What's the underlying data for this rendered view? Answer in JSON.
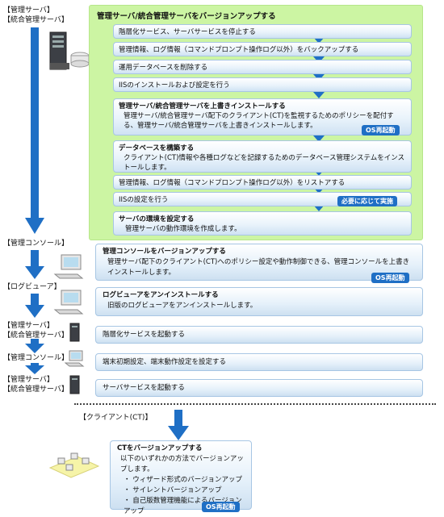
{
  "left_labels": {
    "server_1": "【管理サーバ】\n【統合管理サーバ】",
    "console_1": "【管理コンソール】",
    "log_viewer": "【ログビューア】",
    "server_2": "【管理サーバ】\n【統合管理サーバ】",
    "console_2": "【管理コンソール】",
    "server_3": "【管理サーバ】\n【統合管理サーバ】",
    "client": "【クライアント(CT)】"
  },
  "server_panel": {
    "title": "管理サーバ/統合管理サーバをバージョンアップする",
    "steps": [
      {
        "text": "階層化サービス、サーバサービスを停止する"
      },
      {
        "text": "管理情報、ログ情報（コマンドプロンプト操作ログ以外）をバックアップする"
      },
      {
        "text": "運用データベースを削除する"
      },
      {
        "text": "IISのインストールおよび設定を行う"
      },
      {
        "title": "管理サーバ/統合管理サーバを上書きインストールする",
        "desc": "管理サーバ/統合管理サーバ配下のクライアント(CT)を監視するためのポリシーを配付する、管理サーバ/統合管理サーバを上書きインストールします。",
        "badge": "OS再起動"
      },
      {
        "title": "データベースを構築する",
        "desc": "クライアント(CT)情報や各種ログなどを記録するためのデータベース管理システムをインストールします。"
      },
      {
        "text": "管理情報、ログ情報（コマンドプロンプト操作ログ以外）をリストアする"
      },
      {
        "text": "IISの設定を行う",
        "badge": "必要に応じて実施"
      },
      {
        "title": "サーバの環境を設定する",
        "desc": "管理サーバの動作環境を作成します。"
      }
    ]
  },
  "console_step": {
    "title": "管理コンソールをバージョンアップする",
    "desc": "管理サーバ配下のクライアント(CT)へのポリシー設定や動作制御できる、管理コンソールを上書きインストールします。",
    "badge": "OS再起動"
  },
  "log_step": {
    "title": "ログビューアをアンインストールする",
    "desc": "旧版のログビューアをアンインストールします。"
  },
  "tier_step": {
    "text": "階層化サービスを起動する"
  },
  "terminal_step": {
    "text": "端末初期設定、端末動作設定を設定する"
  },
  "server_service_step": {
    "text": "サーバサービスを起動する"
  },
  "client_step": {
    "title": "CTをバージョンアップする",
    "desc": "以下のいずれかの方法でバージョンアップします。",
    "items": [
      "・ ウィザード形式のバージョンアップ",
      "・ サイレントバージョンアップ",
      "・ 自己版数管理機能によるバージョンアップ"
    ],
    "badge": "OS再起動"
  },
  "colors": {
    "arrow": "#1f6fc5",
    "panel": "#ccf5a3",
    "badge": "#1f6fc5",
    "step_border": "#a7c6e4"
  }
}
